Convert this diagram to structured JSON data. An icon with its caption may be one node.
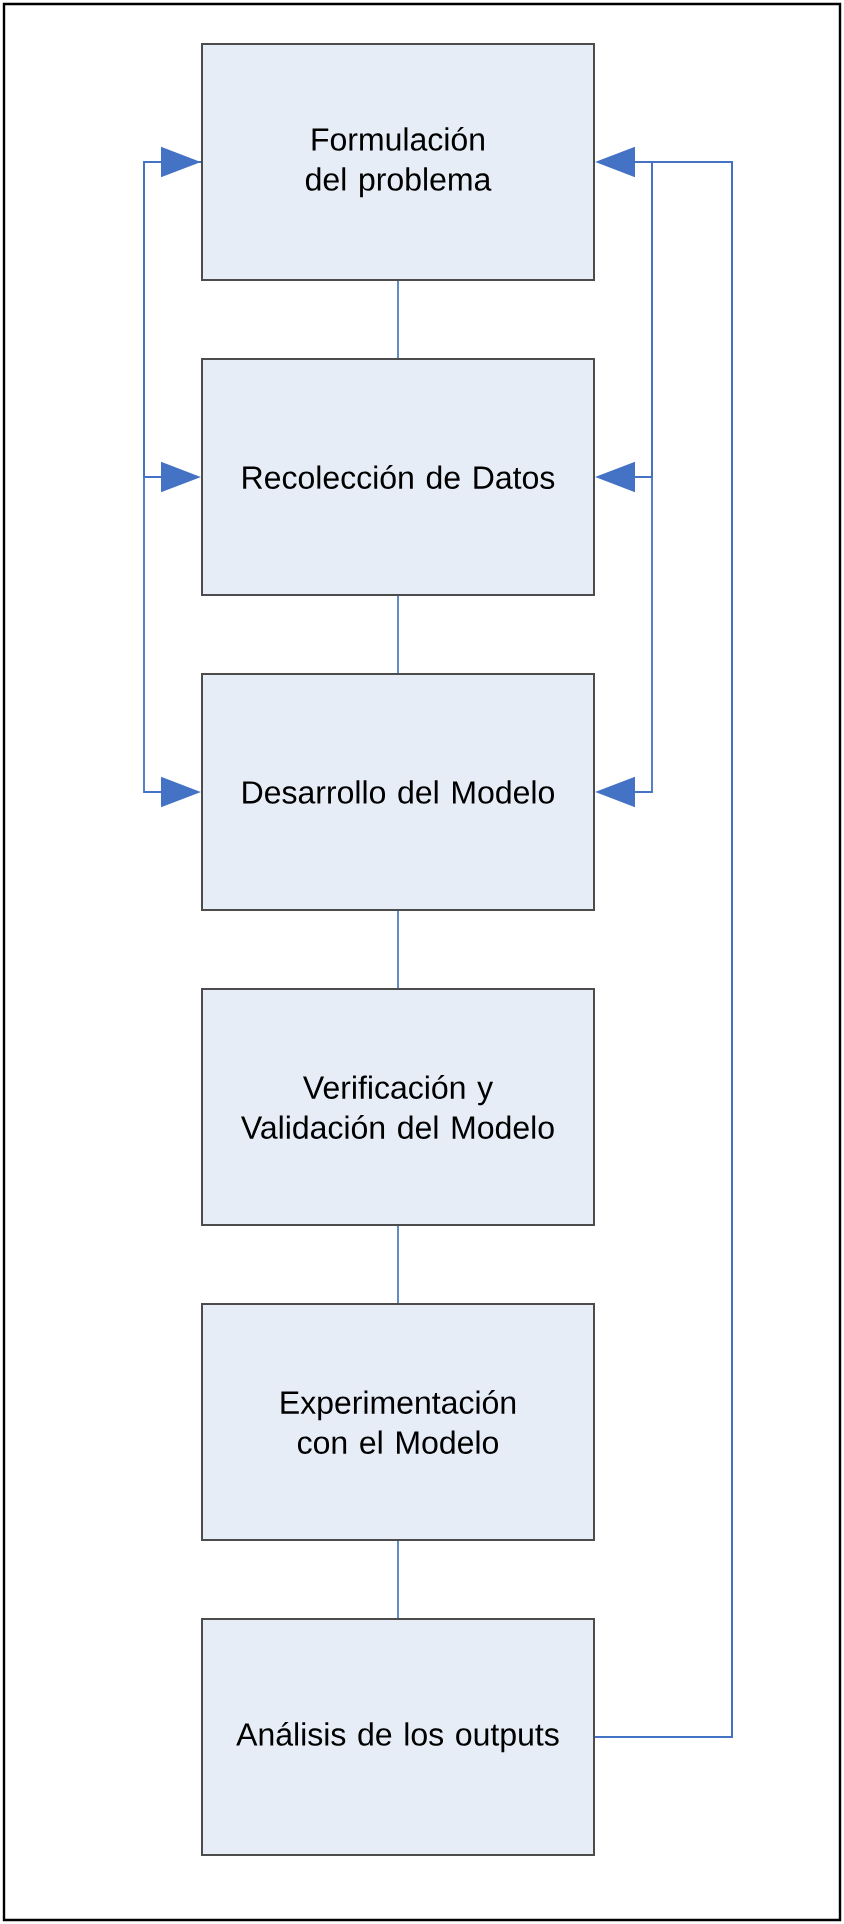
{
  "diagram": {
    "nodes": [
      {
        "text": [
          "Formulación del problema"
        ]
      },
      {
        "text": [
          "Recolección de Datos"
        ]
      },
      {
        "text": [
          "Desarrollo del Modelo"
        ]
      },
      {
        "text": [
          "Verificación y Validación del Modelo"
        ]
      },
      {
        "text": [
          "Experimentación con el Modelo"
        ]
      },
      {
        "text": [
          "Análisis de los outputs"
        ]
      }
    ],
    "edges": [
      {
        "from": 0,
        "to": 1,
        "arrow": "none"
      },
      {
        "from": 1,
        "to": 2,
        "arrow": "none"
      },
      {
        "from": 2,
        "to": 3,
        "arrow": "none"
      },
      {
        "from": 3,
        "to": 4,
        "arrow": "none"
      },
      {
        "from": 4,
        "to": 5,
        "arrow": "none"
      },
      {
        "from": 0,
        "to": 2,
        "arrow": "both",
        "color": "#4472c4"
      },
      {
        "from": 0,
        "to": 1,
        "arrow": "to",
        "color": "#4472c4"
      },
      {
        "from": 5,
        "to": 0,
        "arrow": "to",
        "color": "#4472c4"
      },
      {
        "from": 5,
        "to": 1,
        "arrow": "to",
        "color": "#4472c4"
      },
      {
        "from": 5,
        "to": 2,
        "arrow": "to",
        "color": "#4472c4"
      }
    ]
  }
}
